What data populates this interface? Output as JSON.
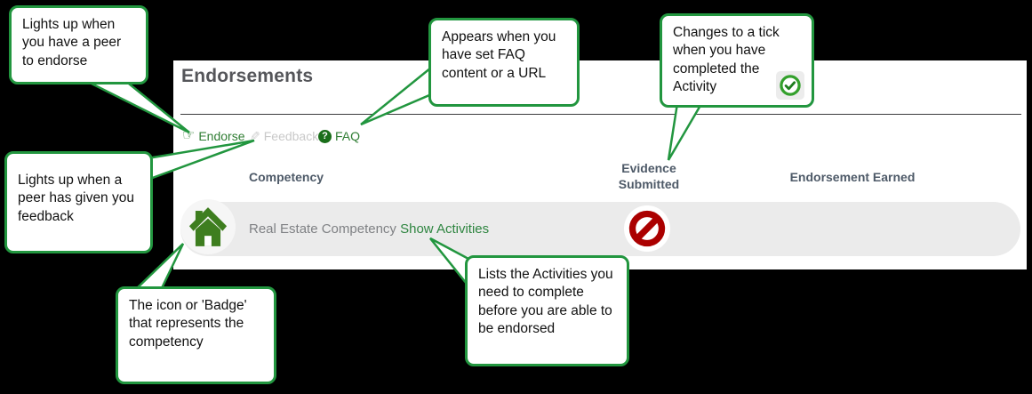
{
  "panel": {
    "title": "Endorsements",
    "toolbar": {
      "endorse_label": "Endorse",
      "feedback_label": "Feedback",
      "faq_label": "FAQ"
    },
    "table": {
      "header_competency": "Competency",
      "header_evidence": "Evidence Submitted",
      "header_endorsement": "Endorsement Earned",
      "row": {
        "competency_name": "Real Estate Competency",
        "show_activities_label": "Show Activities",
        "badge_icon": "house-icon",
        "evidence_icon": "no-entry-icon"
      }
    }
  },
  "callouts": {
    "endorse": {
      "text": "Lights up when you have a peer to endorse"
    },
    "faq": {
      "text": "Appears when you have set FAQ content or a URL"
    },
    "tick": {
      "text": "Changes to a tick when you have completed the Activity",
      "icon": "check-circle-icon"
    },
    "feedback": {
      "text": "Lights up when a peer has given you feedback"
    },
    "badge": {
      "text": "The icon or 'Badge' that represents the competency"
    },
    "activities": {
      "text": "Lists the Activities you need to complete before you are able to be endorsed"
    }
  },
  "icons": {
    "endorse": "pointing-hand-icon",
    "feedback": "pencil-icon",
    "faq": "question-circle-icon",
    "faq_glyph": "?",
    "endorse_glyph": "☞",
    "pencil_glyph": "✎"
  },
  "colors": {
    "background": "#000000",
    "panel": "#ffffff",
    "callout_border": "#22963f",
    "link_green": "#2f7d33",
    "show_activities_green": "#2e8540",
    "disabled_gray": "#c9c9c9",
    "header_text": "#4e5a68",
    "row_background": "#ebebeb",
    "house_green": "#3e7e1f",
    "no_entry_red": "#ab0000",
    "tick_green": "#33a02c"
  }
}
